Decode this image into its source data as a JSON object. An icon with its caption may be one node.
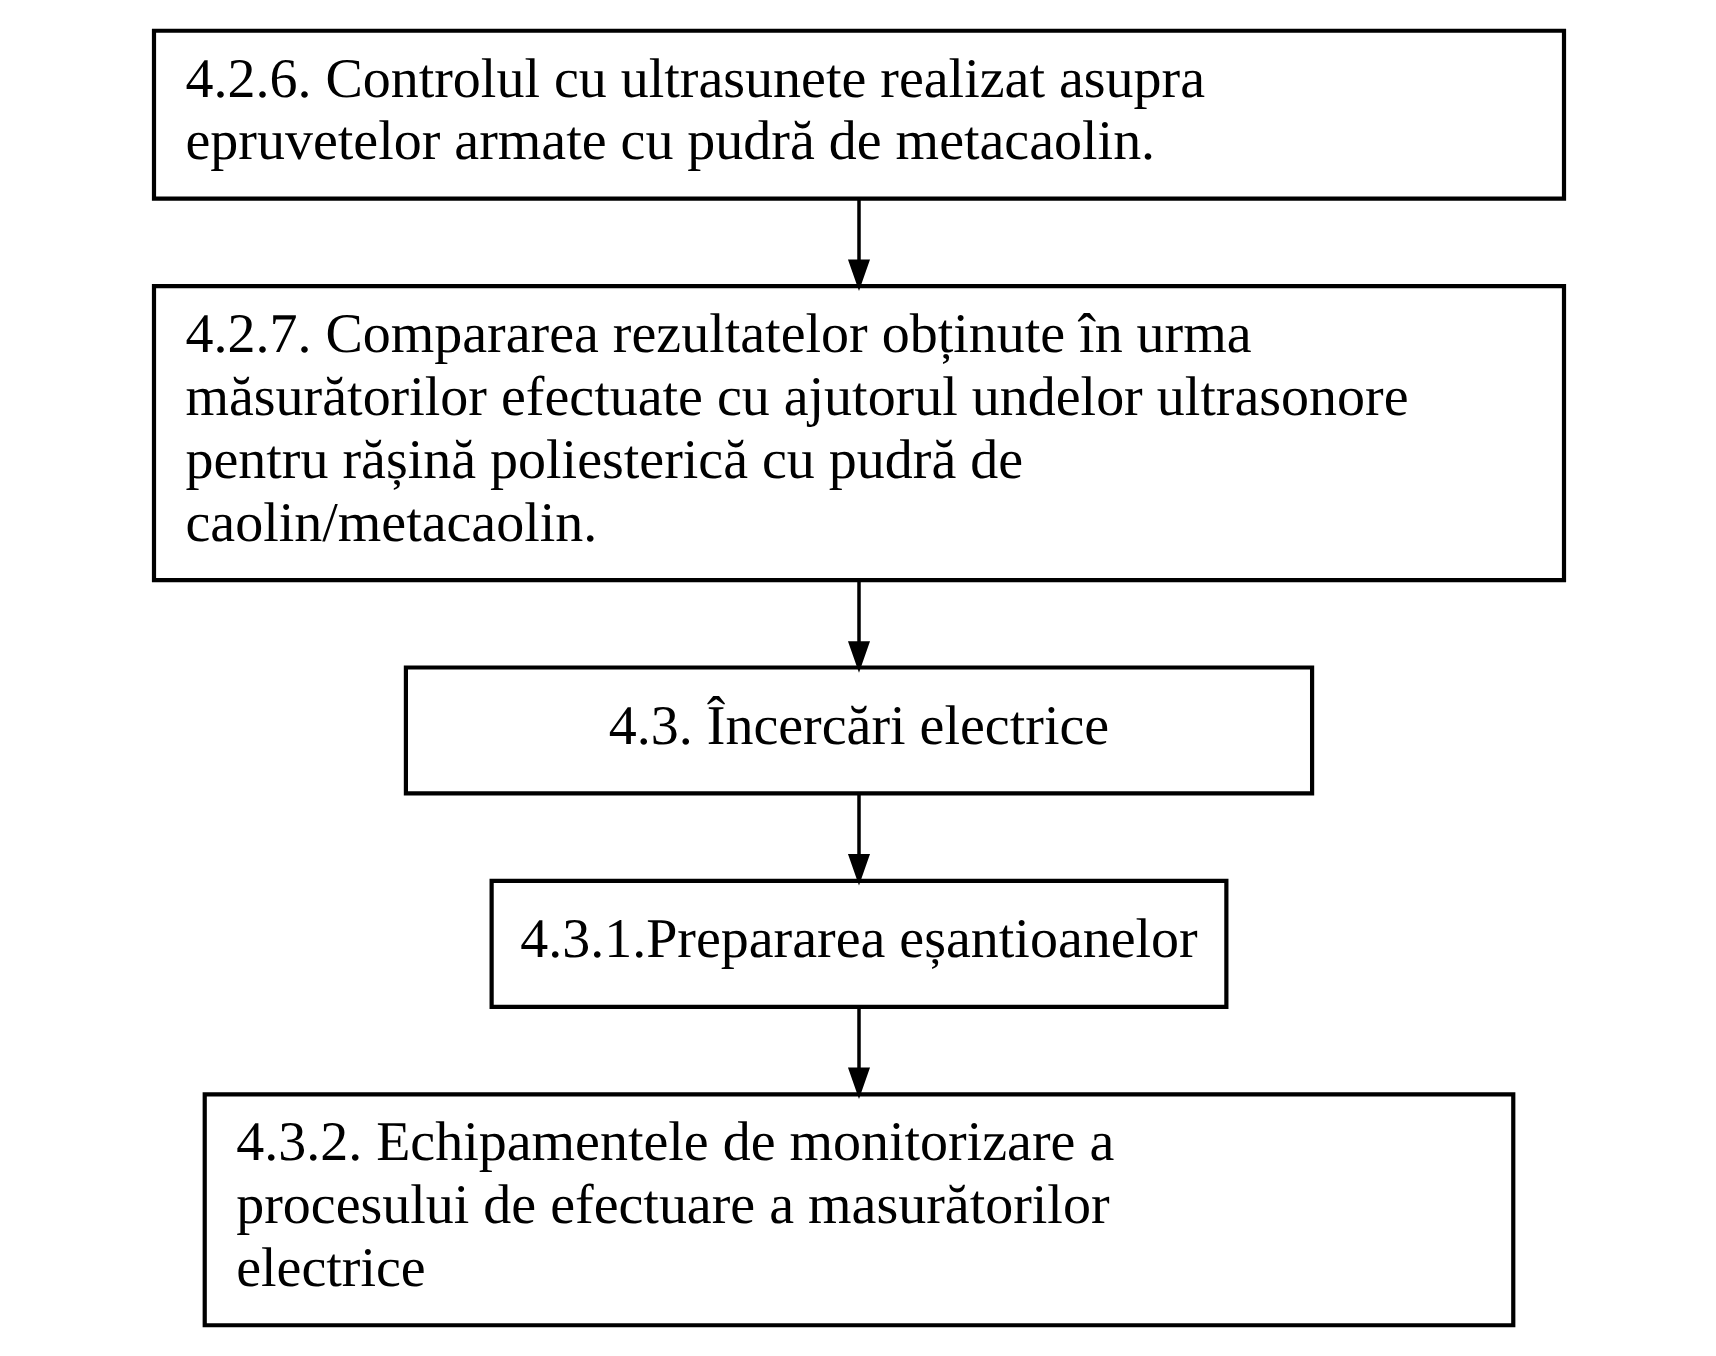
{
  "diagram": {
    "nodes": [
      {
        "text": [
          "4.2.6. Controlul cu ultrasunete realizat asupra epruvetelor armate cu pudră de metacaolin."
        ]
      },
      {
        "text": [
          "4.2.7. Compararea rezultatelor obținute în urma măsurătorilor efectuate cu ajutorul undelor ultrasonore pentru rășină poliesterică cu pudră de caolin/metacaolin."
        ]
      },
      {
        "text": [
          "4.3. Încercări electrice"
        ]
      },
      {
        "text": [
          "4.3.1.Prepararea eșantioanelor"
        ]
      },
      {
        "text": [
          "4.3.2. Echipamentele de monitorizare a procesului de efectuare a masurătorilor electrice"
        ]
      }
    ],
    "edges": [
      {
        "from": 0,
        "to": 1,
        "arrow": "to"
      },
      {
        "from": 1,
        "to": 2,
        "arrow": "to"
      },
      {
        "from": 2,
        "to": 3,
        "arrow": "to"
      },
      {
        "from": 3,
        "to": 4,
        "arrow": "to"
      }
    ]
  }
}
